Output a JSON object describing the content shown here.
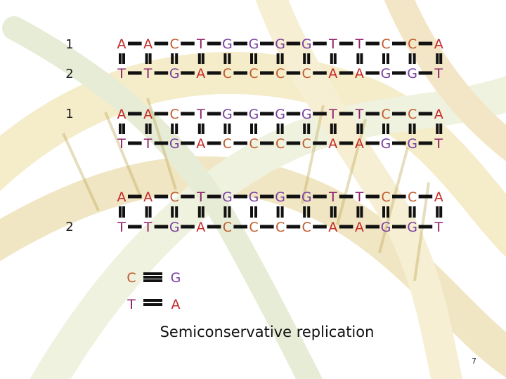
{
  "colors": {
    "A": "#c62828",
    "T": "#8e1f6b",
    "G": "#7a3fa0",
    "C": "#c25a2e",
    "backbone": "#111111"
  },
  "duplexes": [
    {
      "top_label": "1",
      "bottom_label": "2",
      "top": [
        "A",
        "A",
        "C",
        "T",
        "G",
        "G",
        "G",
        "G",
        "T",
        "T",
        "C",
        "C",
        "A"
      ],
      "bottom": [
        "T",
        "T",
        "G",
        "A",
        "C",
        "C",
        "C",
        "C",
        "A",
        "A",
        "G",
        "G",
        "T"
      ]
    },
    {
      "top_label": "1",
      "bottom_label": "",
      "top": [
        "A",
        "A",
        "C",
        "T",
        "G",
        "G",
        "G",
        "G",
        "T",
        "T",
        "C",
        "C",
        "A"
      ],
      "bottom": [
        "T",
        "T",
        "G",
        "A",
        "C",
        "C",
        "C",
        "C",
        "A",
        "A",
        "G",
        "G",
        "T"
      ]
    },
    {
      "top_label": "",
      "bottom_label": "2",
      "top": [
        "A",
        "A",
        "C",
        "T",
        "G",
        "G",
        "G",
        "G",
        "T",
        "T",
        "C",
        "C",
        "A"
      ],
      "bottom": [
        "T",
        "T",
        "G",
        "A",
        "C",
        "C",
        "C",
        "C",
        "A",
        "A",
        "G",
        "G",
        "T"
      ]
    }
  ],
  "pairing_legend": [
    {
      "left": "C",
      "right": "G",
      "bonds": 3
    },
    {
      "left": "T",
      "right": "A",
      "bonds": 2
    }
  ],
  "caption": "Semiconservative replication",
  "slide_number": "7"
}
